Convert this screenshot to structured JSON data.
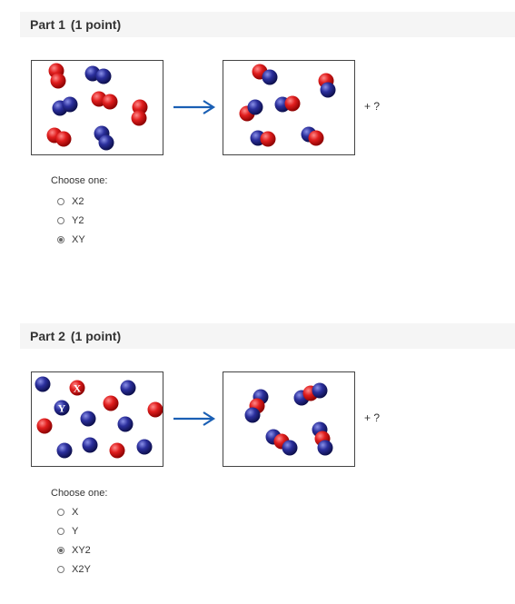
{
  "part1": {
    "title": "Part 1",
    "points": "(1 point)",
    "plus_text": "+ ?",
    "choose_label": "Choose one:",
    "options": [
      {
        "label": "X2",
        "selected": false
      },
      {
        "label": "Y2",
        "selected": false
      },
      {
        "label": "XY",
        "selected": true
      }
    ]
  },
  "part2": {
    "title": "Part 2",
    "points": "(1 point)",
    "plus_text": "+ ?",
    "choose_label": "Choose one:",
    "atom_label_x": "X",
    "atom_label_y": "Y",
    "options": [
      {
        "label": "X",
        "selected": false
      },
      {
        "label": "Y",
        "selected": false
      },
      {
        "label": "XY2",
        "selected": true
      },
      {
        "label": "X2Y",
        "selected": false
      }
    ]
  },
  "colors": {
    "red_atom": "#e01e1e",
    "blue_atom": "#2b2f9c",
    "arrow": "#1a5fb4"
  }
}
